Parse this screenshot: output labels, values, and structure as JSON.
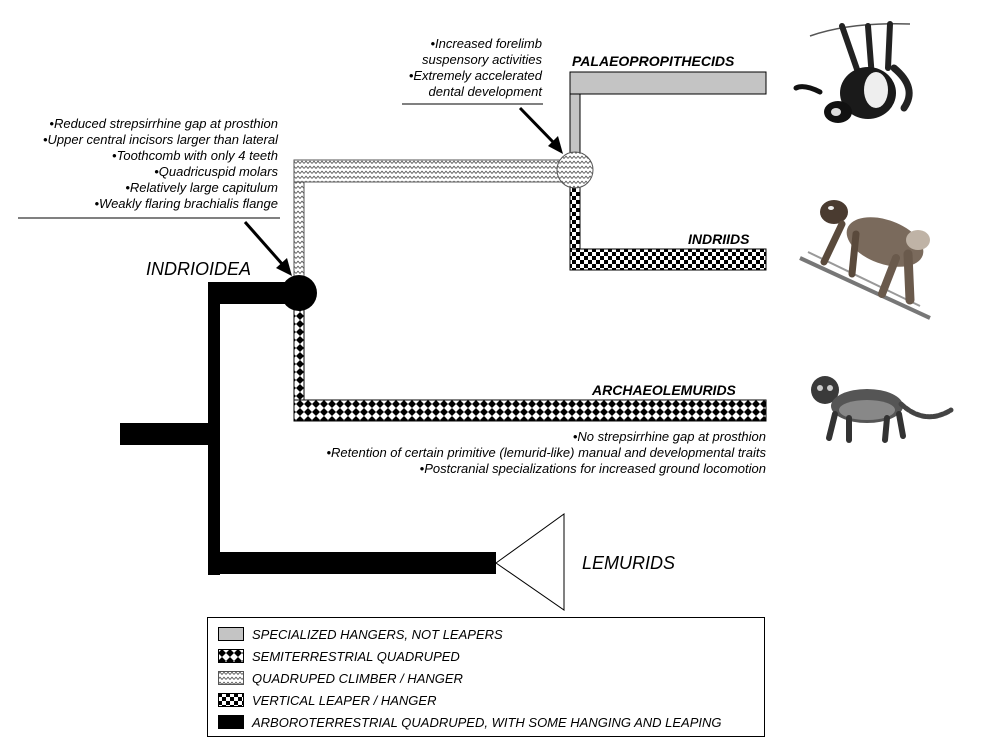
{
  "clades": {
    "indrioidea": "INDRIOIDEA",
    "palaeopropithecids": "PALAEOPROPITHECIDS",
    "indriids": "INDRIIDS",
    "archaeolemurids": "ARCHAEOLEMURIDS",
    "lemurids": "LEMURIDS"
  },
  "notes": {
    "indrioidea_traits": [
      "•Reduced strepsirrhine gap at prosthion",
      "•Upper central incisors larger than lateral",
      "•Toothcomb with only 4 teeth",
      "•Quadricuspid molars",
      "•Relatively large capitulum",
      "•Weakly flaring brachialis flange"
    ],
    "node2_traits": [
      "•Increased forelimb",
      "suspensory activities",
      "•Extremely accelerated",
      "dental development"
    ],
    "archaeolemurid_traits": [
      "•No strepsirrhine gap at prosthion",
      "•Retention of certain primitive (lemurid-like) manual and developmental traits",
      "•Postcranial specializations for increased ground locomotion"
    ]
  },
  "legend": {
    "items": [
      {
        "pattern": "gray",
        "label": "SPECIALIZED HANGERS, NOT LEAPERS"
      },
      {
        "pattern": "diamond",
        "label": "SEMITERRESTRIAL QUADRUPED"
      },
      {
        "pattern": "zigzag",
        "label": "QUADRUPED CLIMBER / HANGER"
      },
      {
        "pattern": "checker",
        "label": "VERTICAL LEAPER / HANGER"
      },
      {
        "pattern": "black",
        "label": "ARBOROTERRESTRIAL QUADRUPED, WITH  SOME HANGING AND LEAPING"
      }
    ]
  },
  "colors": {
    "gray_fill": "#c4c4c4",
    "black_fill": "#000000"
  },
  "icons": {
    "palaeopropithecid": "hanging-sloth-lemur-icon",
    "indriid": "climbing-indriid-icon",
    "archaeolemurid": "quadruped-lemur-icon"
  }
}
